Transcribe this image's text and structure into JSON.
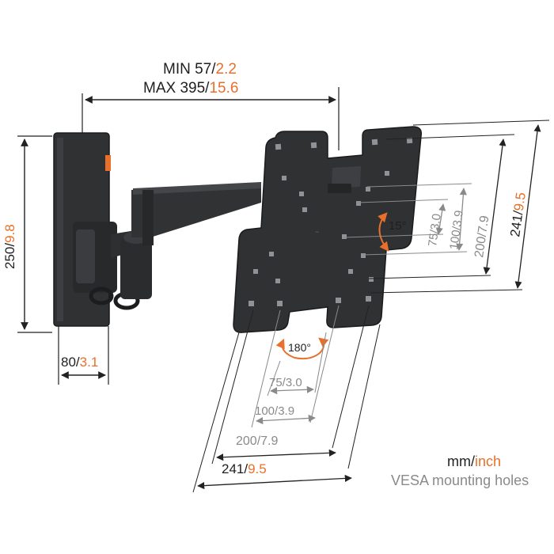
{
  "colors": {
    "accent": "#e8702a",
    "dark": "#1f1f1f",
    "mount": "#2f3133",
    "mount_edge": "#1a1b1c",
    "grey_text": "#8a8a8a",
    "line": "#222222",
    "light_line": "#9a9a9a"
  },
  "depth": {
    "min_prefix": "MIN 57/",
    "min_inch": "2.2",
    "max_prefix": "MAX 395/",
    "max_inch": "15.6"
  },
  "height_dim": {
    "mm": "250/",
    "inch": "9.8"
  },
  "width_dim": {
    "mm": "80/",
    "inch": "3.1"
  },
  "rotation": {
    "tilt": "15°",
    "swivel": "180°"
  },
  "vesa_vertical": [
    {
      "mm": "75/",
      "inch": "3.0"
    },
    {
      "mm": "100/",
      "inch": "3.9"
    },
    {
      "mm": "200/",
      "inch": "7.9"
    },
    {
      "mm": "241/",
      "inch": "9.5"
    }
  ],
  "vesa_horizontal": [
    {
      "mm": "75/",
      "inch": "3.0"
    },
    {
      "mm": "100/",
      "inch": "3.9"
    },
    {
      "mm": "200/",
      "inch": "7.9"
    },
    {
      "mm": "241/",
      "inch": "9.5"
    }
  ],
  "legend": {
    "mm": "mm/",
    "inch": "inch",
    "caption": "VESA mounting holes"
  },
  "icons": [
    "wall-plate-icon",
    "swivel-arm-icon",
    "vesa-plate-icon",
    "tilt-arrow-icon",
    "rotate-arrow-icon"
  ]
}
